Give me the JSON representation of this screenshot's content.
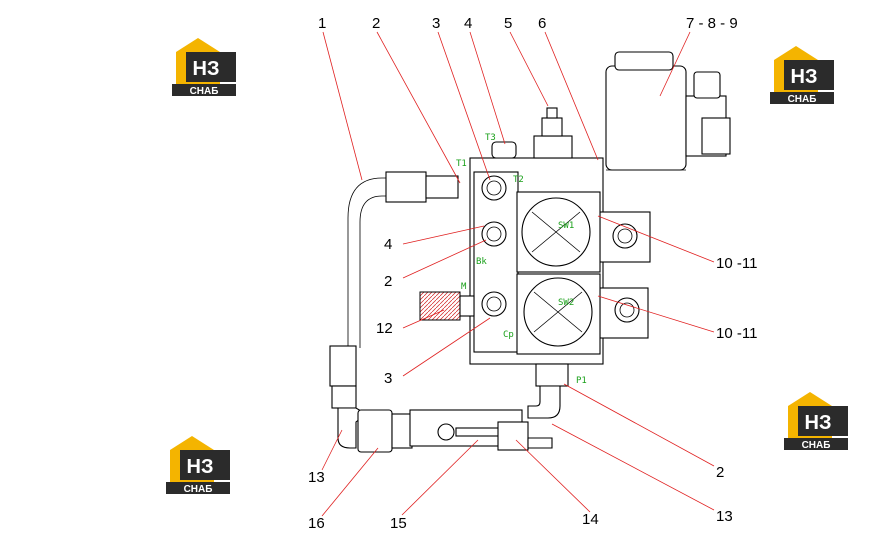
{
  "callouts": [
    "1",
    "2",
    "3",
    "4",
    "5",
    "6",
    "7 - 8 - 9",
    "10 -11",
    "12",
    "13",
    "14",
    "15",
    "16"
  ],
  "port_labels": {
    "t1": "T1",
    "t2": "T2",
    "t3": "T3",
    "bk": "Bk",
    "cp": "Cp",
    "m": "M",
    "p1": "P1",
    "sw1": "SW1",
    "sw2": "SW2"
  },
  "logo": {
    "top": "НЗ",
    "bottom": "СНАБ"
  },
  "colors": {
    "leader": "#e02020",
    "port_label": "#1aa01a",
    "logo_gold": "#f4b400",
    "logo_dark": "#2b2b2b"
  }
}
